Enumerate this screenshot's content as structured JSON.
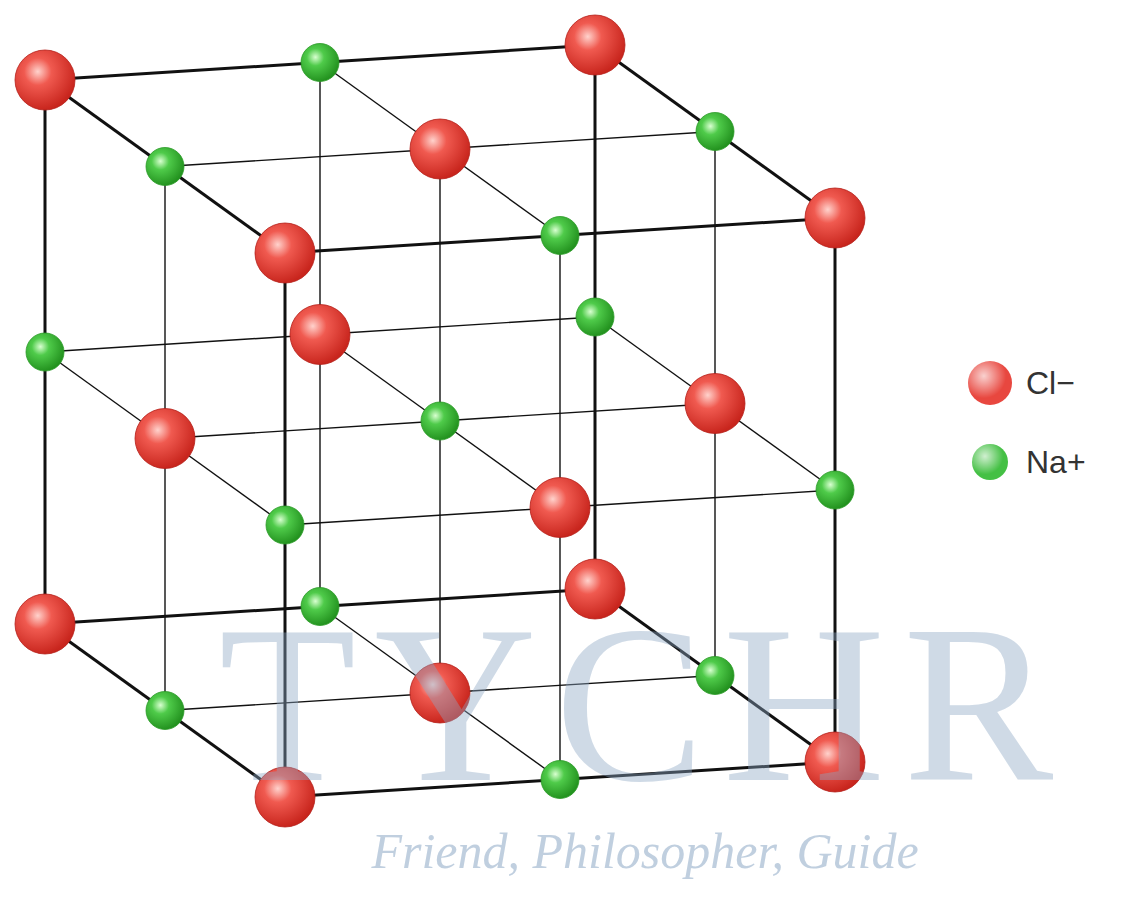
{
  "diagram": {
    "labels": [
      "TYCHR",
      "Friend, Philosopher, Guide"
    ],
    "legend": [
      {
        "text": "Cl−",
        "color": "#e8473f"
      },
      {
        "text": "Na+",
        "color": "#44c044"
      }
    ]
  }
}
